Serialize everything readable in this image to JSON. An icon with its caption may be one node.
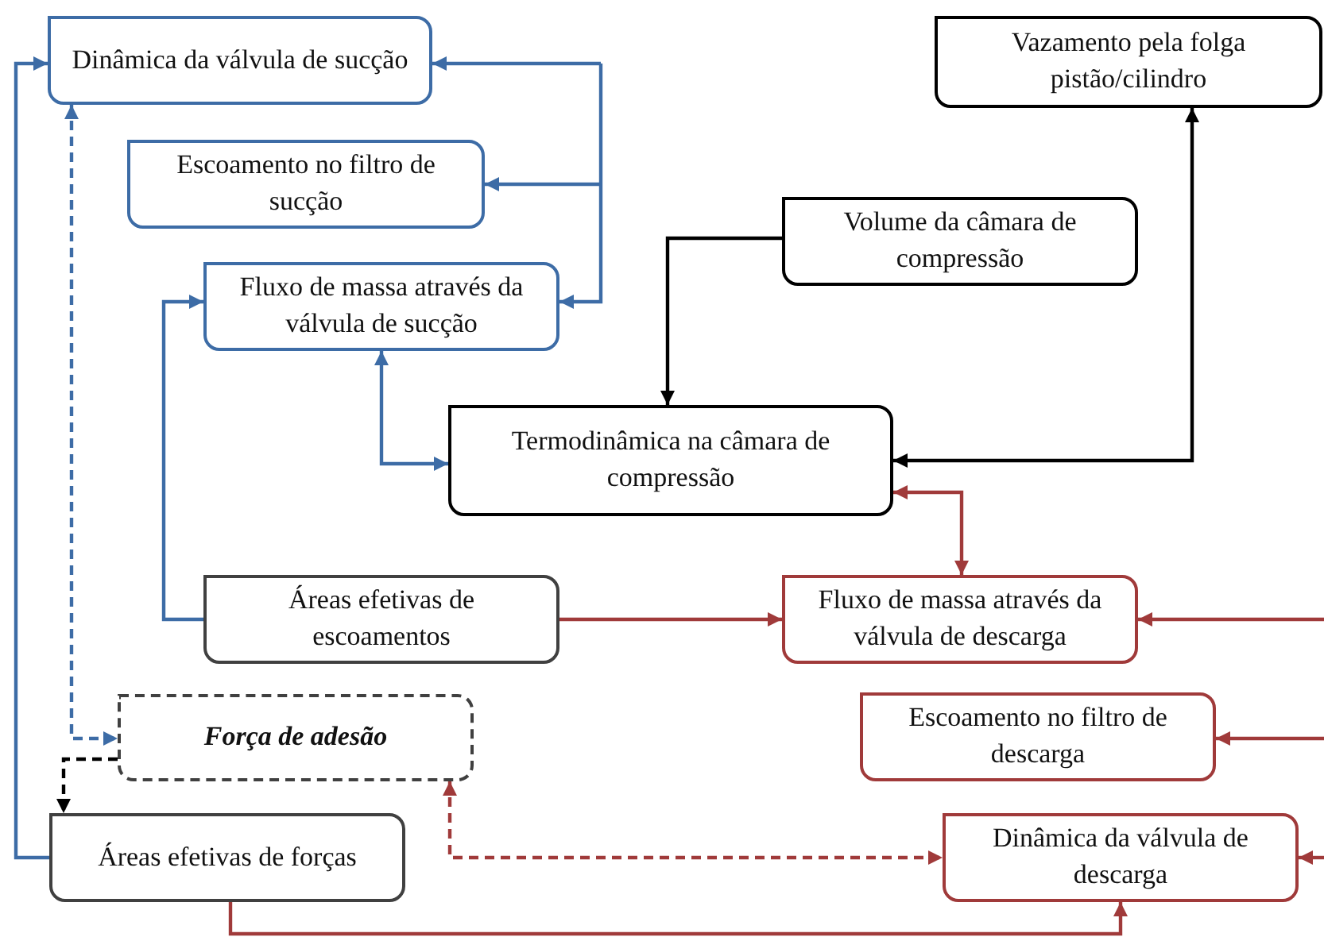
{
  "diagram": {
    "nodes": [
      {
        "text": [
          "Dinâmica da válvula de sucção"
        ]
      },
      {
        "text": [
          "Escoamento no filtro de sucção"
        ]
      },
      {
        "text": [
          "Fluxo de massa através da válvula de sucção"
        ]
      },
      {
        "text": [
          "Vazamento pela folga pistão/cilindro"
        ]
      },
      {
        "text": [
          "Volume da câmara de compressão"
        ]
      },
      {
        "text": [
          "Termodinâmica na câmara de compressão"
        ]
      },
      {
        "text": [
          "Áreas efetivas de escoamentos"
        ]
      },
      {
        "text": [
          "Fluxo de massa através da válvula de descarga"
        ]
      },
      {
        "text": [
          "Força de adesão"
        ]
      },
      {
        "text": [
          "Escoamento no filtro de descarga"
        ]
      },
      {
        "text": [
          "Áreas efetivas de forças"
        ]
      },
      {
        "text": [
          "Dinâmica da válvula de descarga"
        ]
      }
    ],
    "edges": [
      {
        "from": null,
        "to": 0,
        "arrow": "to",
        "color": "#3d6ca6"
      },
      {
        "from": null,
        "to": 1,
        "arrow": "to",
        "color": "#3d6ca6"
      },
      {
        "from": null,
        "to": 2,
        "arrow": "to",
        "color": "#3d6ca6"
      },
      {
        "from": 10,
        "to": 0,
        "arrow": "to",
        "color": "#3d6ca6"
      },
      {
        "from": 6,
        "to": 2,
        "arrow": "to",
        "color": "#3d6ca6"
      },
      {
        "from": 2,
        "to": 5,
        "arrow": "both",
        "color": "#3d6ca6"
      },
      {
        "from": 0,
        "to": 8,
        "arrow": "both",
        "style": "dashed",
        "color": "#3d6ca6"
      },
      {
        "from": 4,
        "to": 5,
        "arrow": "to",
        "color": "#000000"
      },
      {
        "from": 5,
        "to": 3,
        "arrow": "both",
        "color": "#000000"
      },
      {
        "from": 5,
        "to": 7,
        "arrow": "both",
        "color": "#a03a3a"
      },
      {
        "from": 6,
        "to": 7,
        "arrow": "to",
        "color": "#a03a3a"
      },
      {
        "from": 8,
        "to": 10,
        "arrow": "to",
        "style": "dashed",
        "color": "#000000"
      },
      {
        "from": 8,
        "to": 11,
        "arrow": "both",
        "style": "dashed",
        "color": "#a03a3a"
      },
      {
        "from": 10,
        "to": 11,
        "arrow": "to",
        "color": "#a03a3a"
      },
      {
        "from": null,
        "to": 7,
        "arrow": "to",
        "color": "#a03a3a"
      },
      {
        "from": null,
        "to": 9,
        "arrow": "to",
        "color": "#a03a3a"
      },
      {
        "from": null,
        "to": 11,
        "arrow": "to",
        "color": "#a03a3a"
      }
    ]
  }
}
